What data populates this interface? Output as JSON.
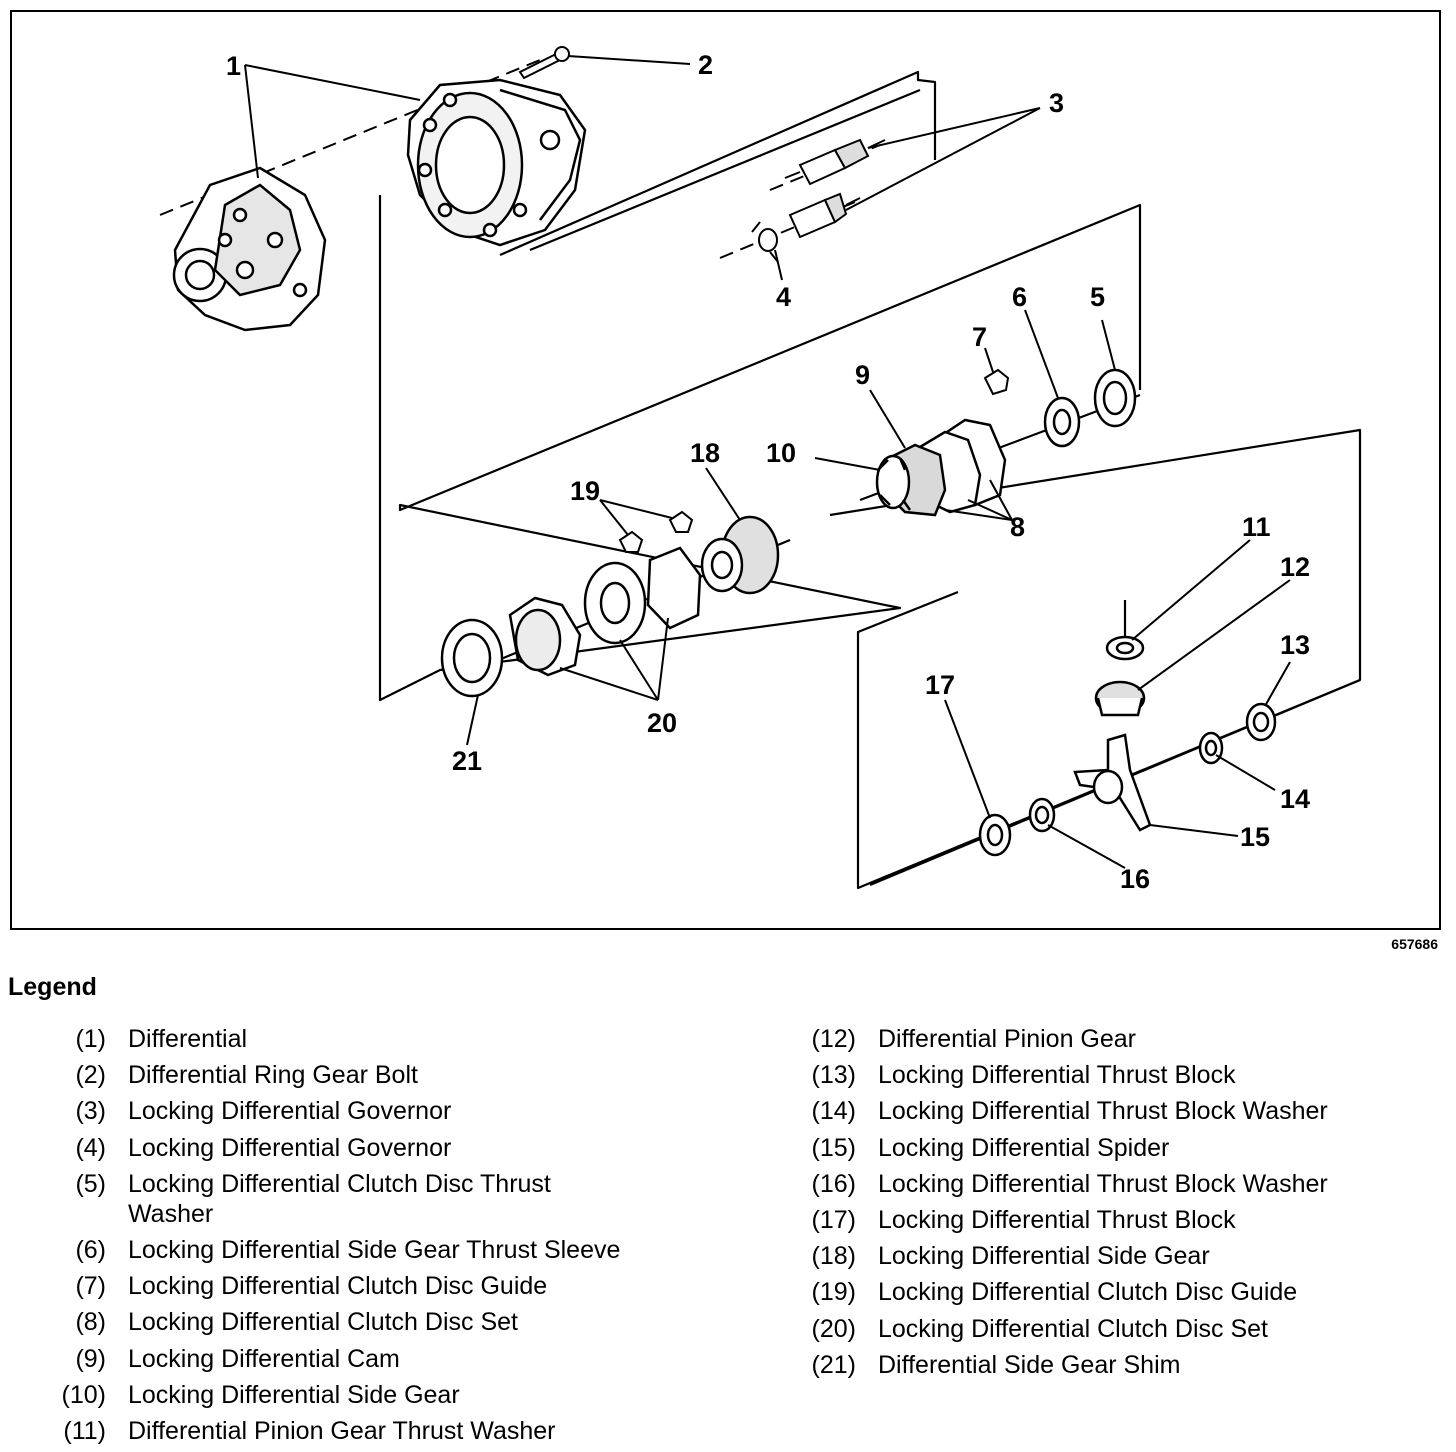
{
  "figure_id": "657686",
  "legend": {
    "title": "Legend",
    "items": [
      {
        "num": "(1)",
        "text": "Differential"
      },
      {
        "num": "(2)",
        "text": "Differential Ring Gear Bolt"
      },
      {
        "num": "(3)",
        "text": "Locking Differential Governor"
      },
      {
        "num": "(4)",
        "text": "Locking Differential Governor"
      },
      {
        "num": "(5)",
        "text": "Locking Differential Clutch Disc Thrust Washer"
      },
      {
        "num": "(6)",
        "text": "Locking Differential Side Gear Thrust Sleeve"
      },
      {
        "num": "(7)",
        "text": "Locking Differential Clutch Disc Guide"
      },
      {
        "num": "(8)",
        "text": "Locking Differential Clutch Disc Set"
      },
      {
        "num": "(9)",
        "text": "Locking Differential Cam"
      },
      {
        "num": "(10)",
        "text": "Locking Differential Side Gear"
      },
      {
        "num": "(11)",
        "text": "Differential Pinion Gear Thrust Washer"
      },
      {
        "num": "(12)",
        "text": "Differential Pinion Gear"
      },
      {
        "num": "(13)",
        "text": "Locking Differential Thrust Block"
      },
      {
        "num": "(14)",
        "text": "Locking Differential Thrust Block Washer"
      },
      {
        "num": "(15)",
        "text": "Locking Differential Spider"
      },
      {
        "num": "(16)",
        "text": "Locking Differential Thrust Block Washer"
      },
      {
        "num": "(17)",
        "text": "Locking Differential Thrust Block"
      },
      {
        "num": "(18)",
        "text": "Locking Differential Side Gear"
      },
      {
        "num": "(19)",
        "text": "Locking Differential Clutch Disc Guide"
      },
      {
        "num": "(20)",
        "text": "Locking Differential Clutch Disc Set"
      },
      {
        "num": "(21)",
        "text": "Differential Side Gear Shim"
      }
    ]
  },
  "callouts": {
    "c1": "1",
    "c2": "2",
    "c3": "3",
    "c4": "4",
    "c5": "5",
    "c6": "6",
    "c7": "7",
    "c8": "8",
    "c9": "9",
    "c10": "10",
    "c11": "11",
    "c12": "12",
    "c13": "13",
    "c14": "14",
    "c15": "15",
    "c16": "16",
    "c17": "17",
    "c18": "18",
    "c19": "19",
    "c20": "20",
    "c21": "21"
  }
}
